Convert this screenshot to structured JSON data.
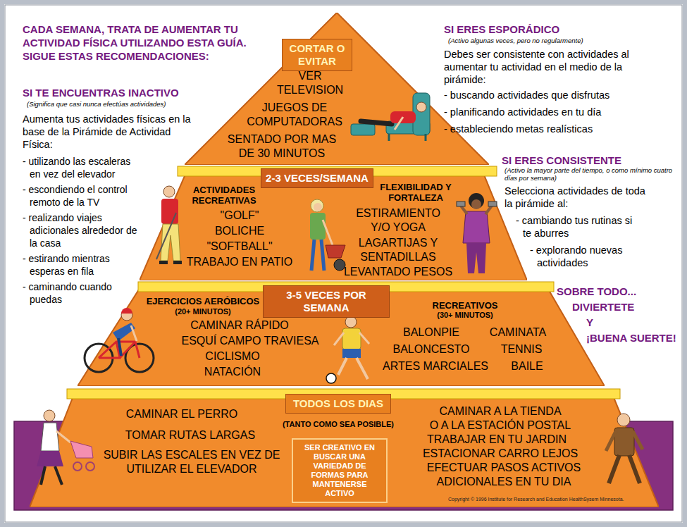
{
  "diagram": {
    "title": "CADA SEMANA, TRATA DE AUMENTAR TU ACTIVIDAD FÍSICA UTILIZANDO ESTA GUÍA. SIGUE ESTAS RECOMENDACIONES:",
    "nodes": [
      {
        "text": [
          "VER TELEVISION",
          "JUEGOS DE COMPUTADORAS",
          "SENTADO POR MAS DE 30 MINUTOS"
        ]
      },
      {
        "text": [
          "CORTAR O EVITAR"
        ],
        "in": 0
      },
      {
        "text": [
          "ACTIVIDADES RECREATIVAS",
          "\"GOLF\"",
          "BOLICHE",
          "\"SOFTBALL\"",
          "TRABAJO EN PATIO",
          "FLEXIBILIDAD Y FORTALEZA",
          "ESTIRAMIENTO Y/O YOGA",
          "LAGARTIJAS Y SENTADILLAS",
          "LEVANTADO PESOS"
        ]
      },
      {
        "text": [
          "2-3 VECES/SEMANA"
        ],
        "in": 2
      },
      {
        "text": [
          "EJERCICIOS AERÓBICOS",
          "(20+ MINUTOS)",
          "CAMINAR RÁPIDO",
          "ESQUÍ CAMPO TRAVIESA",
          "CICLISMO",
          "NATACIÓN",
          "RECREATIVOS",
          "(30+ MINUTOS)",
          "BALONPIE",
          "CAMINATA",
          "BALONCESTO",
          "TENNIS",
          "ARTES MARCIALES",
          "BAILE"
        ]
      },
      {
        "text": [
          "3-5 VECES POR SEMANA"
        ],
        "in": 4
      },
      {
        "text": [
          "(TANTO COMO SEA POSIBLE)",
          "CAMINAR EL PERRO",
          "TOMAR RUTAS LARGAS",
          "SUBIR LAS ESCALES EN VEZ DE UTILIZAR EL ELEVADOR",
          "CAMINAR A LA TIENDA",
          "O A LA ESTACIÓN POSTAL",
          "TRABAJAR EN TU JARDIN",
          "ESTACIONAR CARRO LEJOS",
          "EFECTUAR PASOS ACTIVOS",
          "ADICIONALES EN TU DIA"
        ]
      },
      {
        "text": [
          "TODOS LOS DIAS"
        ],
        "in": 6
      },
      {
        "text": [
          "SER CREATIVO EN BUSCAR UNA VARIEDAD DE FORMAS PARA MANTENERSE ACTIVO"
        ],
        "in": 6
      }
    ],
    "labels": [
      "SI TE ENCUENTRAS INACTIVO",
      "(Significa que casi nunca efectúas actividades)",
      "Aumenta tus actividades físicas en la base de la Pirámide de Actividad Física:",
      "- utilizando las escaleras en vez del elevador",
      "- escondiendo el control remoto de la TV",
      "- realizando viajes adicionales alrededor de la casa",
      "- estirando mientras esperas en fila",
      "- caminando cuando puedas",
      "SI ERES ESPORÁDICO",
      "(Activo algunas veces, pero no regularmente)",
      "Debes ser consistente con actividades al aumentar tu actividad en el medio de la pirámide:",
      "- buscando actividades que disfrutas",
      "- planificando actividades en tu día",
      "- estableciendo metas realísticas",
      "SI ERES CONSISTENTE",
      "(Activo la mayor parte del tiempo, o como mínimo cuatro días por semana)",
      "Selecciona actividades de toda la pirámide al:",
      "- cambiando tus rutinas si te aburres",
      "- explorando nuevas actividades",
      "SOBRE TODO...",
      "DIVIERTETE",
      "Y",
      "¡BUENA SUERTE!",
      "Copyright © 1996 Institute for Research and Education HealthSysem Minnesota."
    ]
  }
}
